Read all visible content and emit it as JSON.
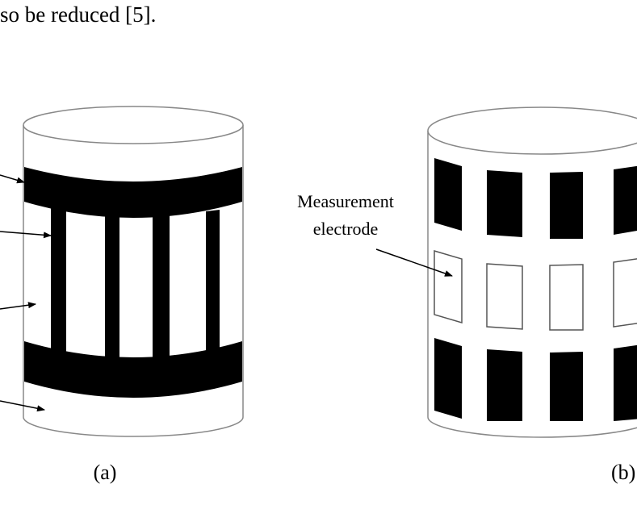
{
  "body_text": "so be reduced [5].",
  "figure": {
    "panel_a": {
      "caption": "(a)"
    },
    "panel_b": {
      "caption": "(b)",
      "label_line1": "Measurement",
      "label_line2": "electrode"
    }
  }
}
